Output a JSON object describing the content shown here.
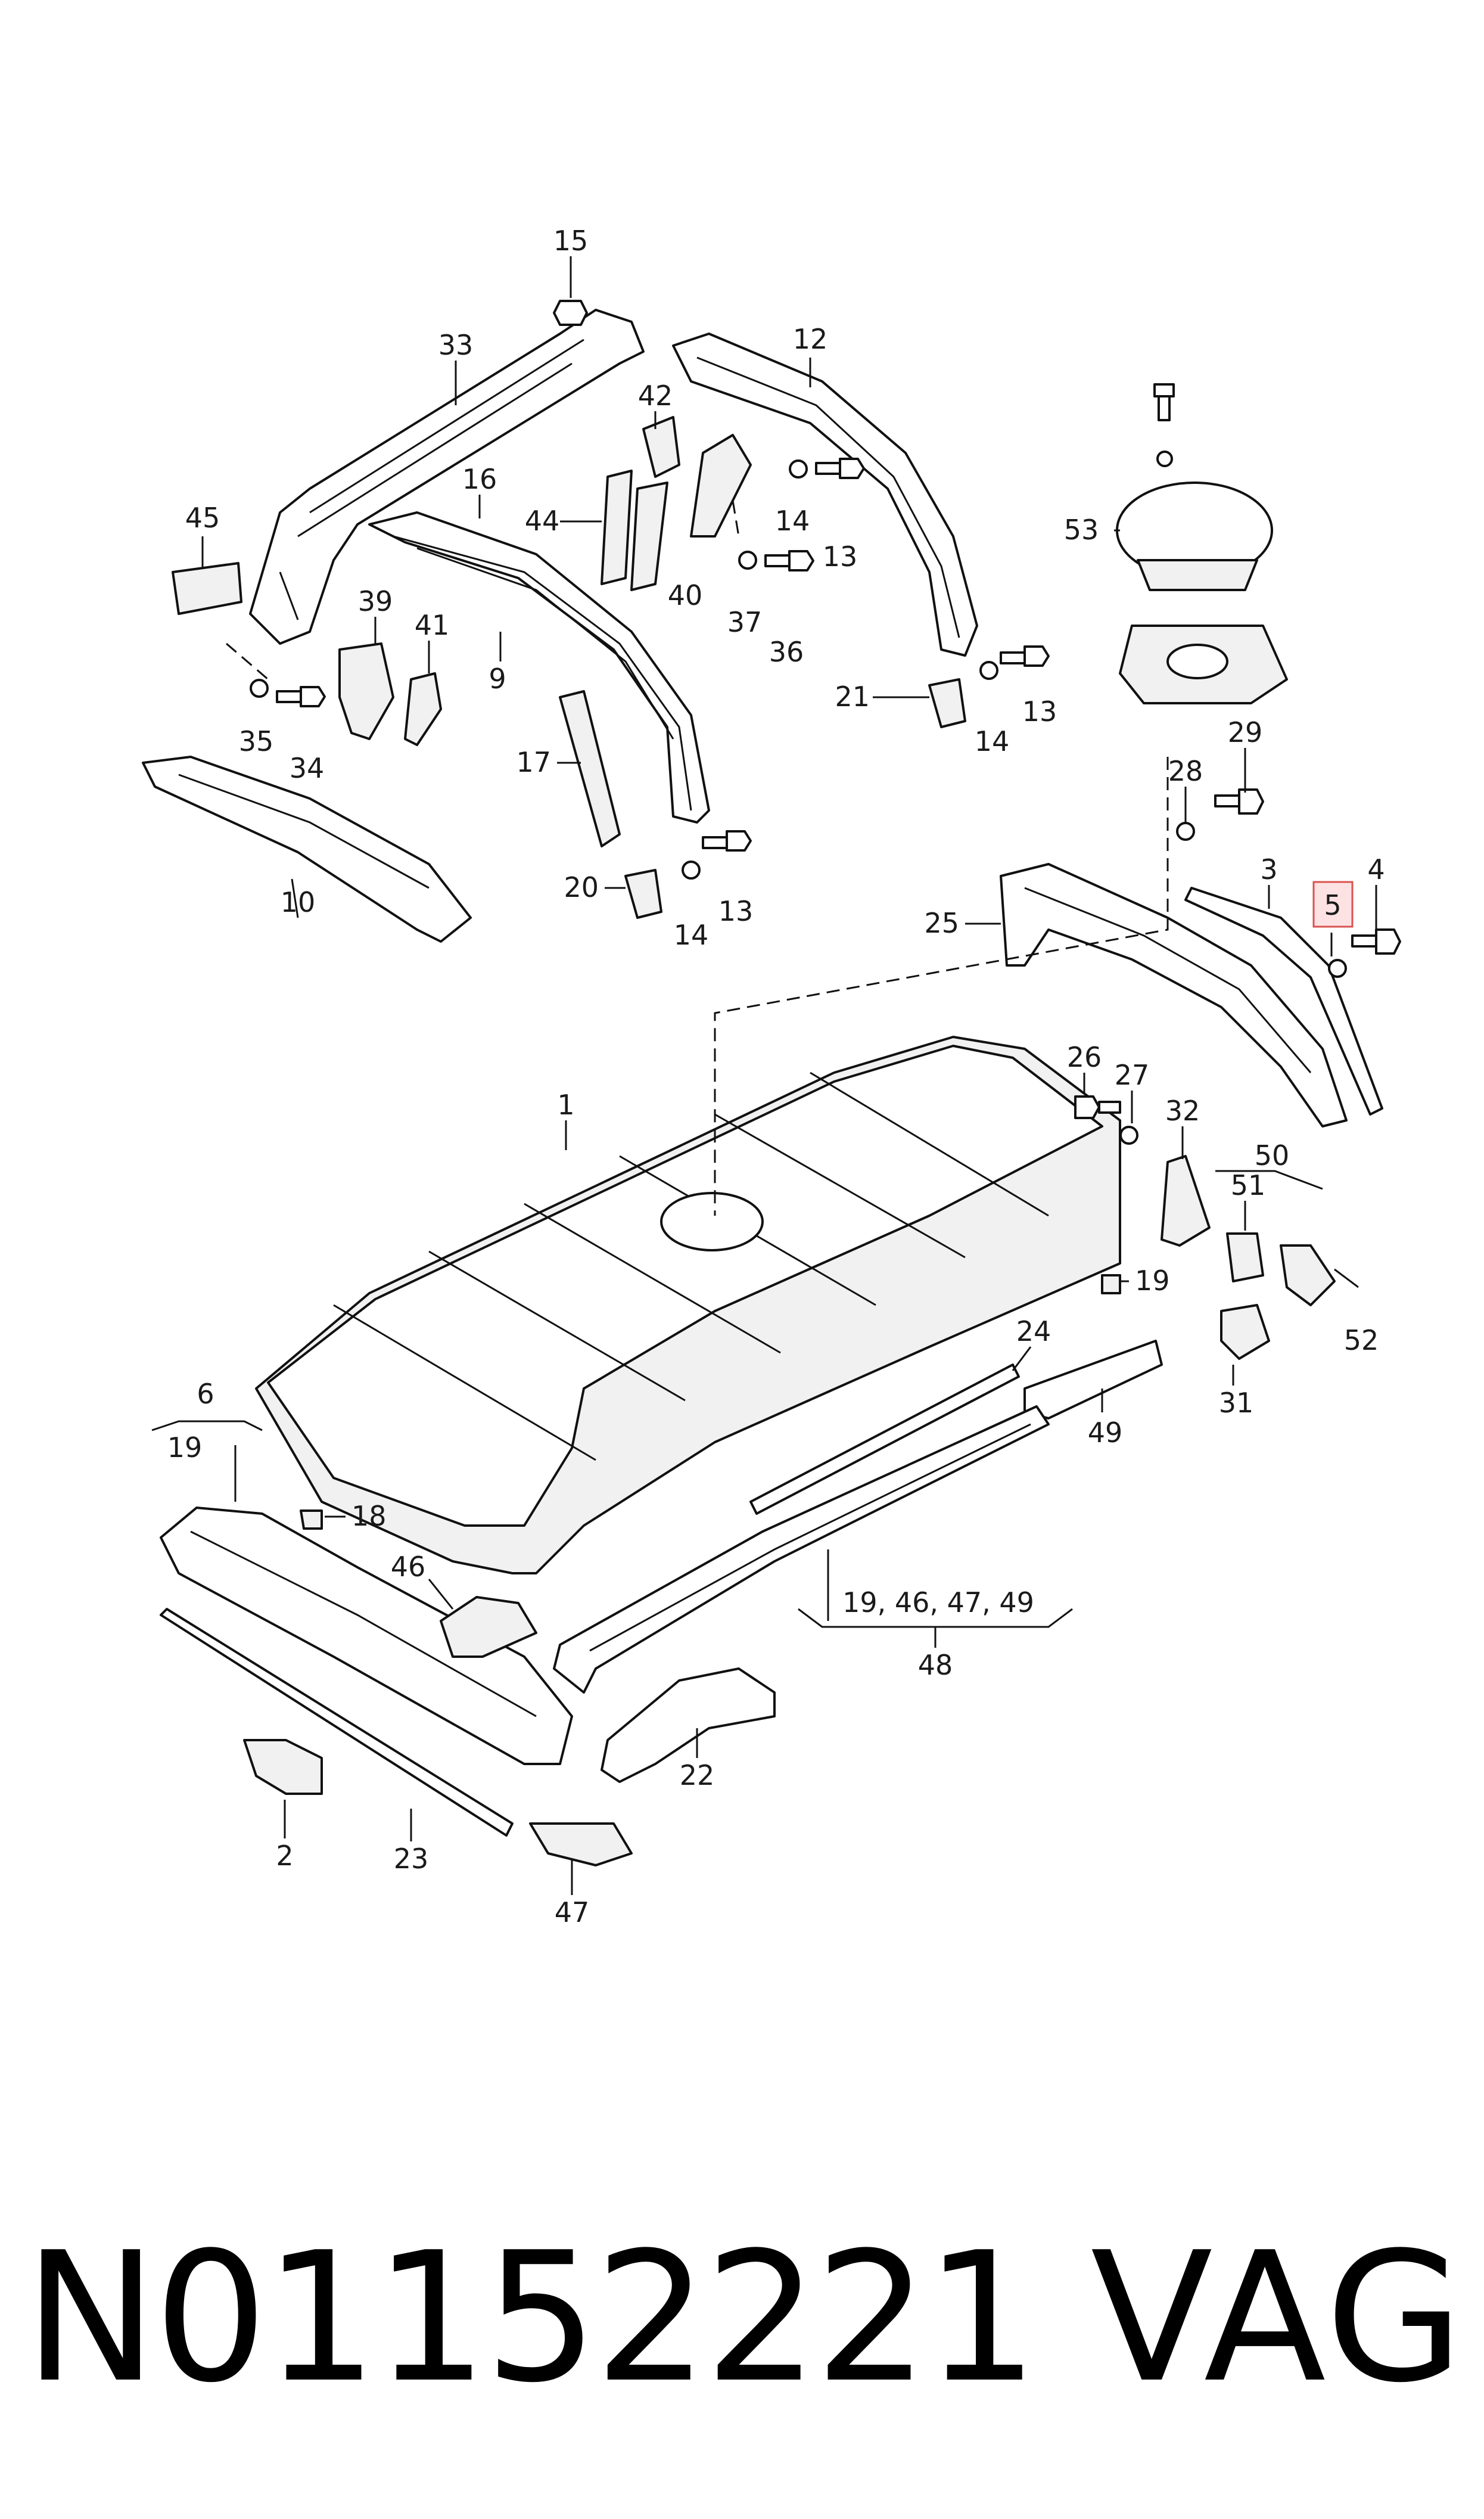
{
  "diagram": {
    "labels": [
      "15",
      "33",
      "12",
      "42",
      "16",
      "44",
      "14",
      "13",
      "45",
      "40",
      "37",
      "36",
      "39",
      "41",
      "9",
      "53",
      "35",
      "34",
      "21",
      "14",
      "13",
      "17",
      "29",
      "28",
      "20",
      "14",
      "13",
      "3",
      "5",
      "4",
      "25",
      "1",
      "26",
      "27",
      "32",
      "50",
      "51",
      "19",
      "52",
      "24",
      "31",
      "49",
      "6",
      "19",
      "18",
      "46",
      "19, 46, 47, 49",
      "48",
      "22",
      "2",
      "23",
      "47"
    ],
    "highlighted_label": "5"
  },
  "footer": {
    "part_number": "N01152221",
    "brand": "VAG"
  }
}
